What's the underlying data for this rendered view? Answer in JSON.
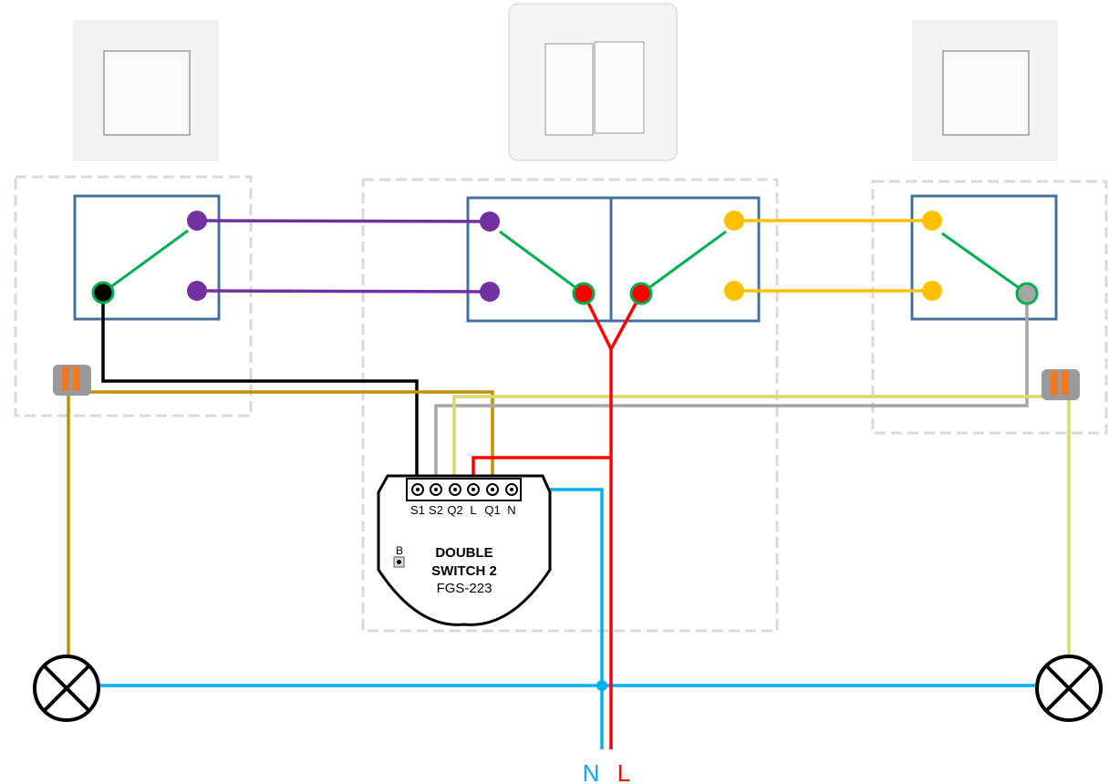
{
  "module": {
    "terminals": [
      "S1",
      "S2",
      "Q2",
      "L",
      "Q1",
      "N"
    ],
    "button_label": "B",
    "title_line1": "DOUBLE",
    "title_line2": "SWITCH 2",
    "model": "FGS-223"
  },
  "supply": {
    "neutral_label": "N",
    "live_label": "L"
  },
  "colors": {
    "live": "#ff0000",
    "neutral": "#00b0f0",
    "traveler_left": "#7030a0",
    "traveler_right": "#ffc000",
    "lever": "#00b050",
    "switch_box": "#44709d",
    "s1_wire": "#000000",
    "s2_wire": "#a6a6a6",
    "q1_wire": "#bf9000",
    "q2_wire": "#d9d96e",
    "enclosure": "#d9d9d9"
  }
}
